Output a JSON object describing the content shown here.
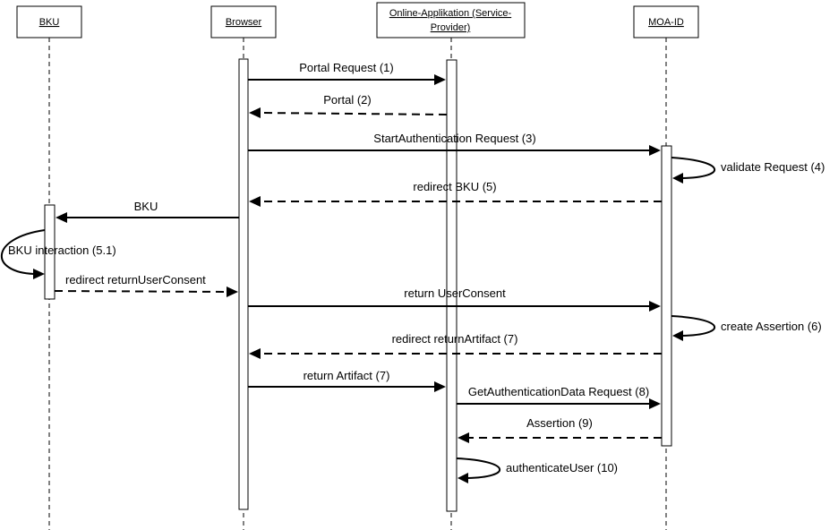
{
  "participants": [
    {
      "id": "bku",
      "name": "BKU"
    },
    {
      "id": "browser",
      "name": "Browser"
    },
    {
      "id": "sp",
      "name": "Online-Applikation (Service-Provider)",
      "lines": [
        "Online-Applikation (Service-",
        "Provider)"
      ]
    },
    {
      "id": "moa",
      "name": "MOA-ID"
    }
  ],
  "messages": [
    {
      "id": "m1",
      "from": "browser",
      "to": "sp",
      "label": "Portal Request (1)",
      "style": "solid"
    },
    {
      "id": "m2",
      "from": "sp",
      "to": "browser",
      "label": "Portal (2)",
      "style": "dashed"
    },
    {
      "id": "m3",
      "from": "browser",
      "to": "moa",
      "label": "StartAuthentication Request (3)",
      "style": "solid"
    },
    {
      "id": "m4",
      "from": "moa",
      "to": "moa",
      "label": "validate Request (4)",
      "style": "self"
    },
    {
      "id": "m5",
      "from": "moa",
      "to": "browser",
      "label": "redirect BKU (5)",
      "style": "dashed"
    },
    {
      "id": "m6",
      "from": "browser",
      "to": "bku",
      "label": "BKU",
      "style": "solid"
    },
    {
      "id": "m7",
      "from": "bku",
      "to": "bku",
      "label": "BKU interaction (5.1)",
      "style": "self-left"
    },
    {
      "id": "m8",
      "from": "bku",
      "to": "browser",
      "label": "redirect returnUserConsent",
      "style": "dashed"
    },
    {
      "id": "m9",
      "from": "browser",
      "to": "moa",
      "label": "return UserConsent",
      "style": "solid"
    },
    {
      "id": "m10",
      "from": "moa",
      "to": "moa",
      "label": "create Assertion (6)",
      "style": "self"
    },
    {
      "id": "m11",
      "from": "moa",
      "to": "browser",
      "label": "redirect returnArtifact (7)",
      "style": "dashed"
    },
    {
      "id": "m12",
      "from": "browser",
      "to": "sp",
      "label": "return Artifact (7)",
      "style": "solid"
    },
    {
      "id": "m13",
      "from": "sp",
      "to": "moa",
      "label": "GetAuthenticationData Request (8)",
      "style": "solid"
    },
    {
      "id": "m14",
      "from": "moa",
      "to": "sp",
      "label": "Assertion (9)",
      "style": "dashed"
    },
    {
      "id": "m15",
      "from": "sp",
      "to": "sp",
      "label": "authenticateUser (10)",
      "style": "self"
    }
  ]
}
